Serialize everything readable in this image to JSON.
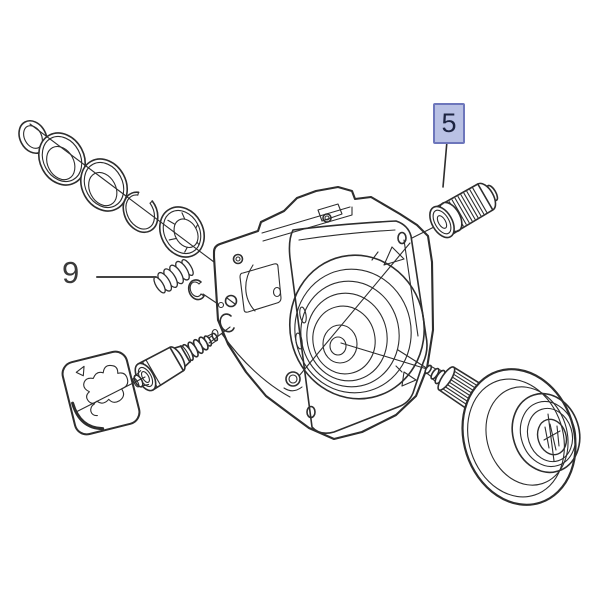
{
  "page": {
    "background": "#ffffff",
    "line_color": "#2e2e2e"
  },
  "diagram": {
    "type": "exploded-parts-diagram",
    "callouts": [
      {
        "label": "5",
        "style": "boxed-highlighted",
        "points_to": "breather-plug",
        "box_fill": "#b9c1e4",
        "box_border": "#6d76bb",
        "text_color": "#1c2340"
      },
      {
        "label": "9",
        "style": "plain",
        "points_to": "spring",
        "text_color": "#3a3a3a"
      }
    ],
    "parts": [
      "seal-ring-small",
      "seal-ring",
      "seal-ring-2",
      "snap-ring",
      "bearing",
      "spring",
      "retaining-clip",
      "housing",
      "breather-plug",
      "retaining-clip-2",
      "solenoid-actuator",
      "gasket-plate",
      "output-shaft",
      "cv-joint-bell"
    ]
  }
}
